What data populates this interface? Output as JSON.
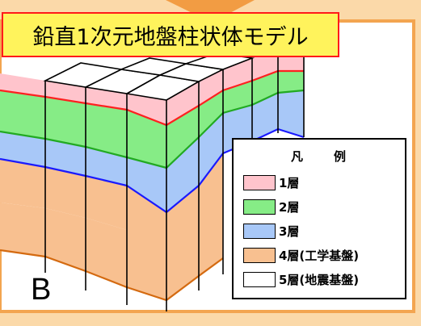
{
  "title": "鉛直1次元地盤柱状体モデル",
  "figure_label": "B",
  "legend": {
    "title_chars": [
      "凡",
      "例"
    ],
    "items": [
      {
        "label": "1層",
        "color": "#ffc4cc"
      },
      {
        "label": "2層",
        "color": "#86ec86"
      },
      {
        "label": "3層",
        "color": "#a8c8f8"
      },
      {
        "label": "4層(工学基盤)",
        "color": "#f8c090"
      },
      {
        "label": "5層(地震基盤)",
        "color": "#ffffff"
      }
    ]
  },
  "colors": {
    "layer1": "#ffc4cc",
    "layer2": "#86ec86",
    "layer3": "#a8c8f8",
    "layer4": "#f8c090",
    "boundary_red": "#ff2020",
    "boundary_green": "#22aa22",
    "boundary_blue": "#1a1aff",
    "boundary_orange": "#d46a10",
    "background": "#fbd9a9",
    "title_bg": "#fff35c",
    "title_border": "#ff1a1a"
  }
}
